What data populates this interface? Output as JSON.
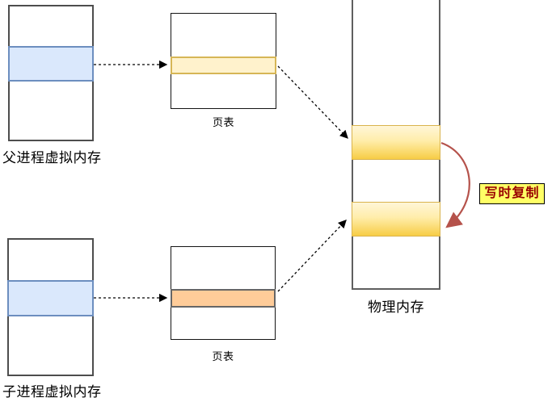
{
  "diagram": {
    "title": "copy-on-write-memory-diagram",
    "parent_memory": {
      "label": "父进程虚拟内存"
    },
    "child_memory": {
      "label": "子进程虚拟内存"
    },
    "page_table_top": {
      "label": "页表"
    },
    "page_table_bottom": {
      "label": "页表"
    },
    "physical_memory": {
      "label": "物理内存"
    },
    "cow_badge": {
      "label": "写时复制"
    },
    "colors": {
      "virtual_page_fill": "#dae8fc",
      "virtual_page_stroke": "#6c8ebf",
      "page_entry_top_fill": "#fff2cc",
      "page_entry_top_stroke": "#d6b656",
      "page_entry_bottom_fill": "#ffcc99",
      "physical_page_gradient_top": "#fff6d8",
      "physical_page_gradient_bottom": "#f7cd46",
      "cow_badge_background": "#ffff66",
      "cow_badge_text": "#990000",
      "mapping_arrow": "#000000",
      "copy_arrow": "#b5524b"
    }
  }
}
